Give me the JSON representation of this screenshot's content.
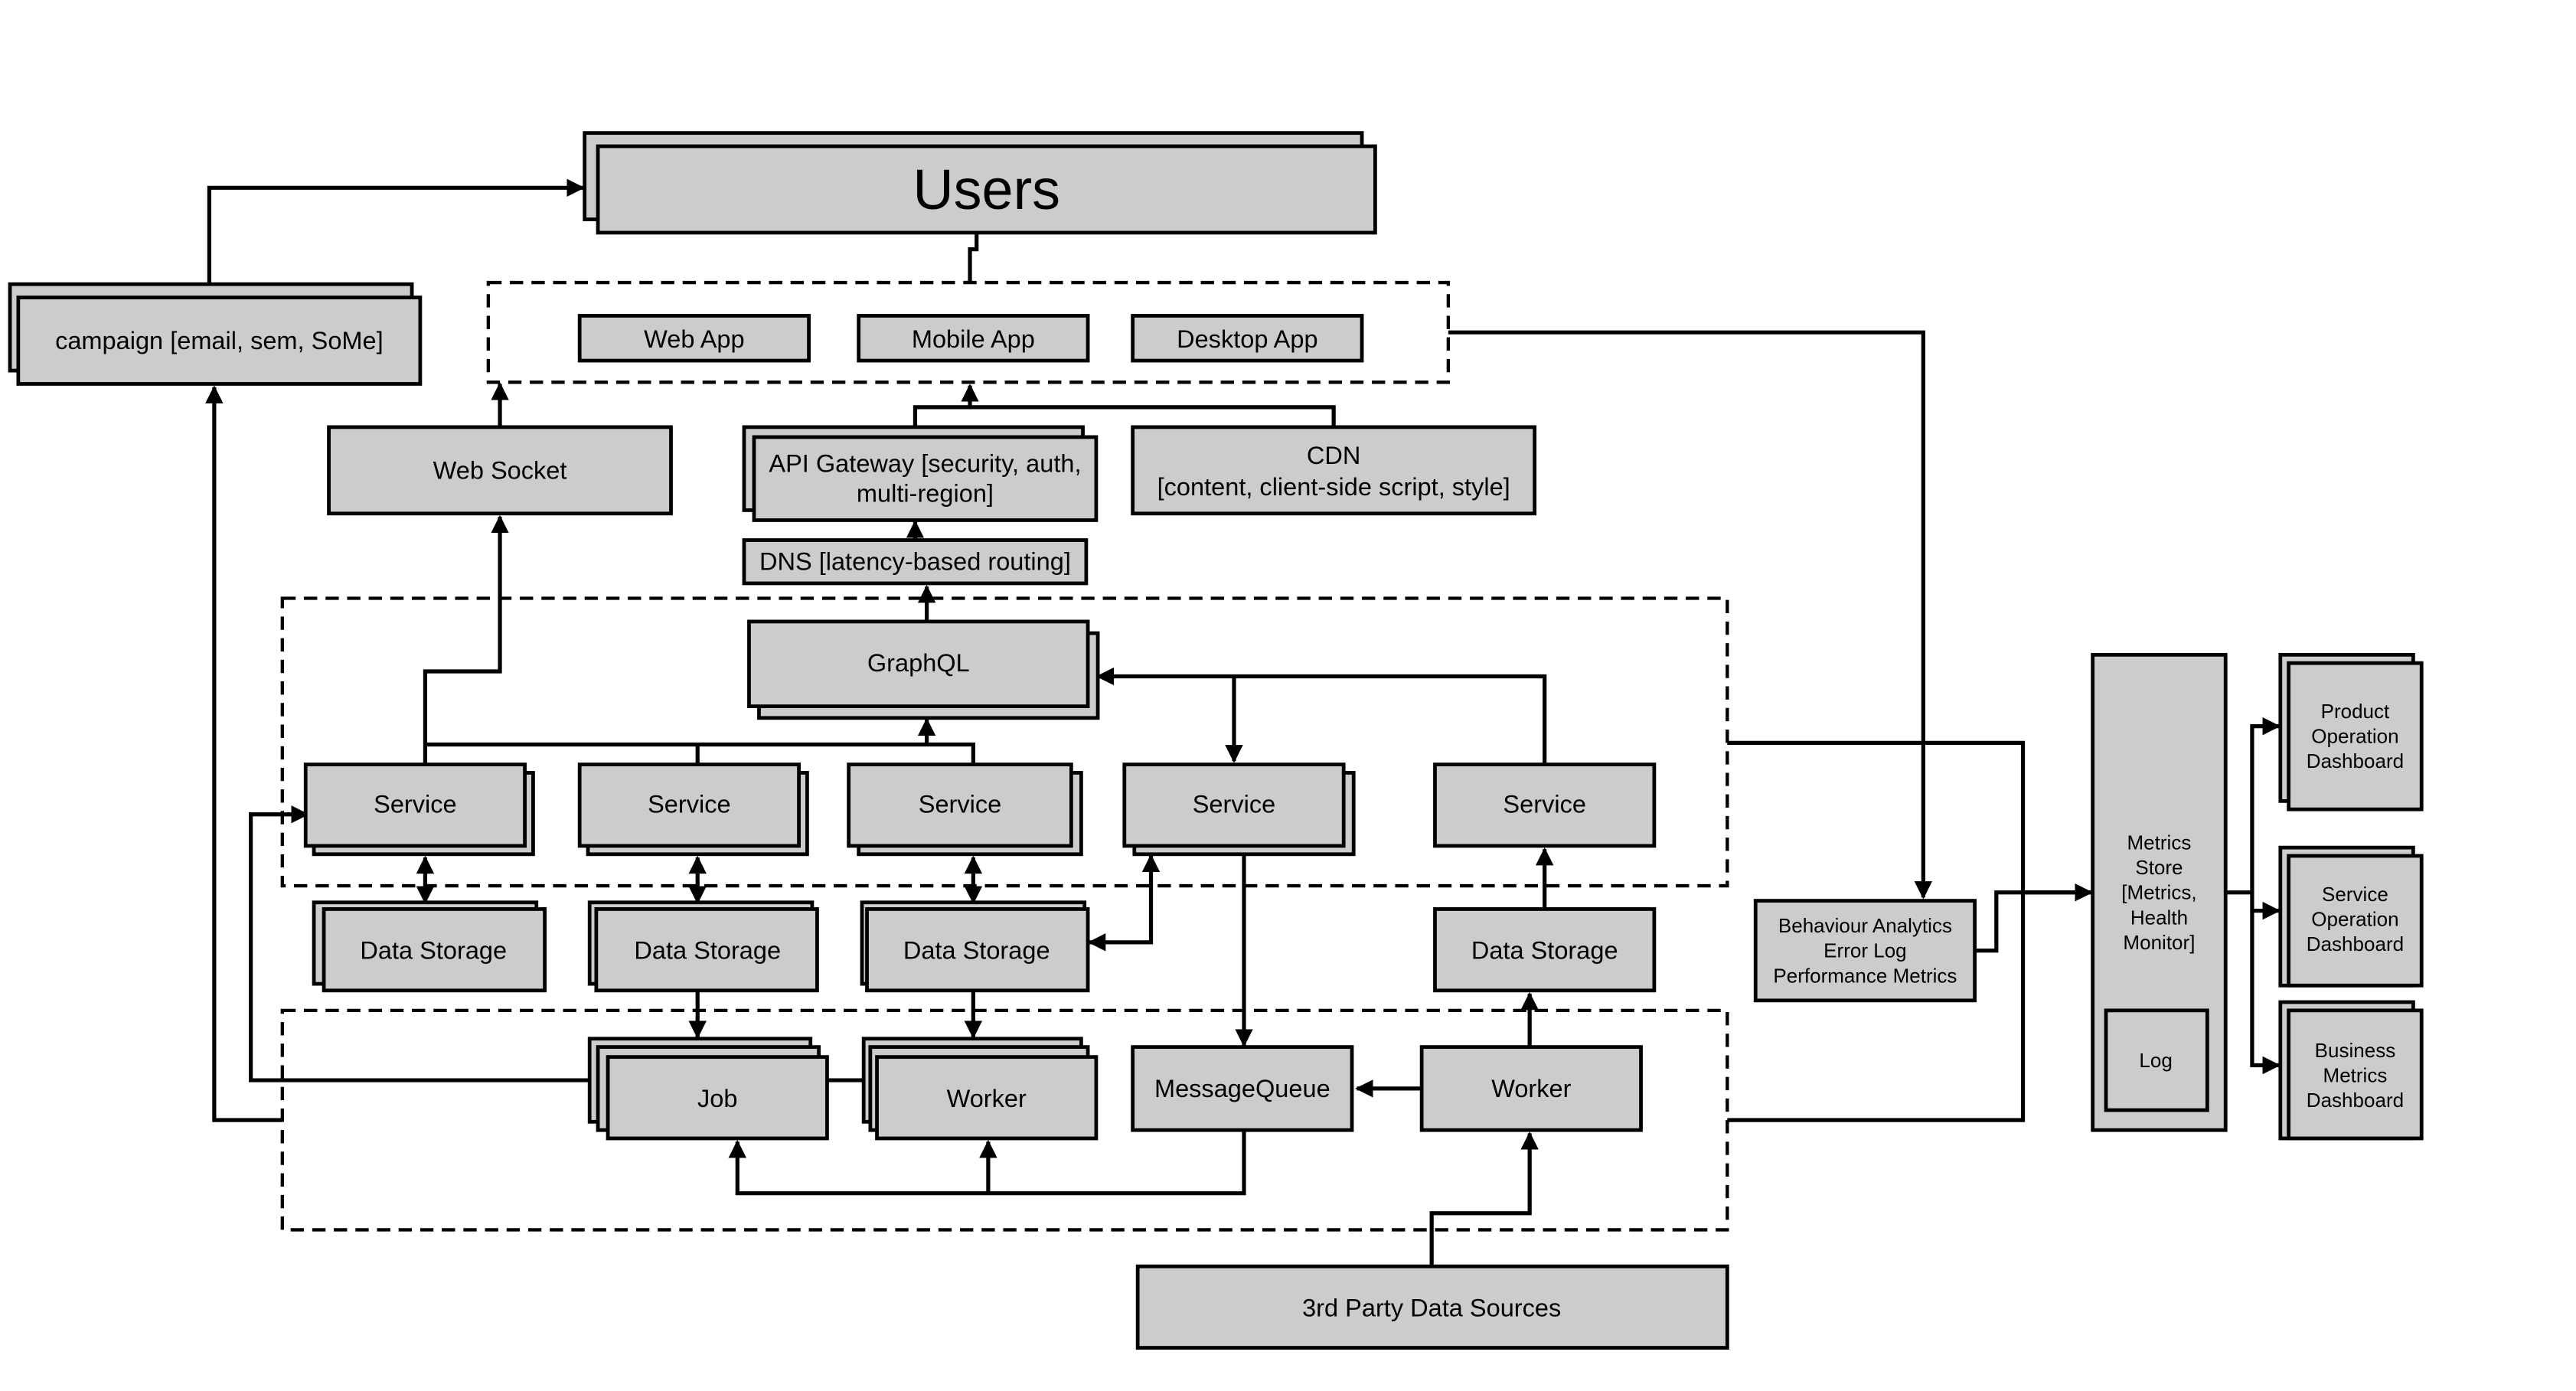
{
  "diagram": {
    "nodes": {
      "users": "Users",
      "campaign": "campaign [email, sem, SoMe]",
      "web_app": "Web App",
      "mobile_app": "Mobile App",
      "desktop_app": "Desktop App",
      "web_socket": "Web Socket",
      "api_gateway": [
        "API Gateway [security, auth,",
        "multi-region]"
      ],
      "cdn": [
        "CDN",
        "[content, client-side script, style]"
      ],
      "dns": "DNS [latency-based routing]",
      "graphql": "GraphQL",
      "service": "Service",
      "data_storage": "Data Storage",
      "job": "Job",
      "worker": "Worker",
      "message_queue": "MessageQueue",
      "third_party": "3rd Party Data Sources",
      "behaviour": [
        "Behaviour Analytics",
        "Error Log",
        "Performance Metrics"
      ],
      "metrics_store": [
        "Metrics",
        "Store",
        "[Metrics,",
        "Health",
        "Monitor]"
      ],
      "log": "Log",
      "product_dashboard": [
        "Product",
        "Operation",
        "Dashboard"
      ],
      "service_dashboard": [
        "Service",
        "Operation",
        "Dashboard"
      ],
      "business_dashboard": [
        "Business",
        "Metrics",
        "Dashboard"
      ]
    },
    "colors": {
      "box_fill": "#cccccc",
      "stroke": "#000000",
      "background": "#ffffff"
    }
  }
}
